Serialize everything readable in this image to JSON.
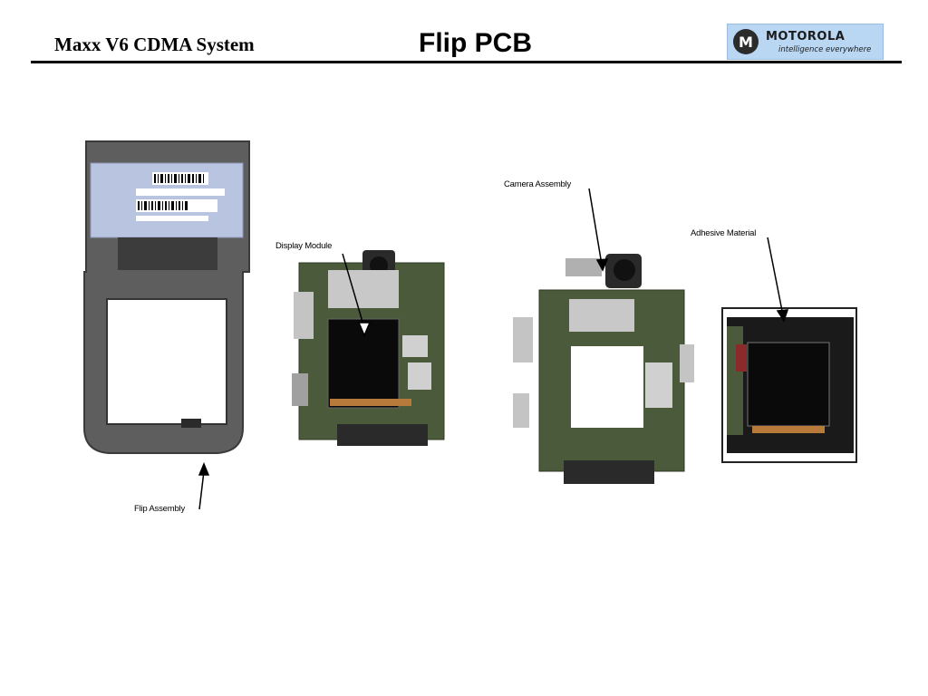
{
  "header": {
    "subject": "Maxx V6 CDMA System",
    "title": "Flip PCB",
    "logo": {
      "glyph": "M",
      "wordmark": "MOTOROLA",
      "tagline": "intelligence everywhere"
    }
  },
  "callouts": {
    "display_module": "Display Module",
    "camera_assembly": "Camera Assembly",
    "adhesive_material": "Adhesive Material",
    "flip_assembly": "Flip Assembly"
  },
  "colors": {
    "logo_bg": "#b9d6f2",
    "pcb_green": "#4a5a3a",
    "housing_gray": "#5a5a5a",
    "label_blue": "#b8c4e0"
  }
}
